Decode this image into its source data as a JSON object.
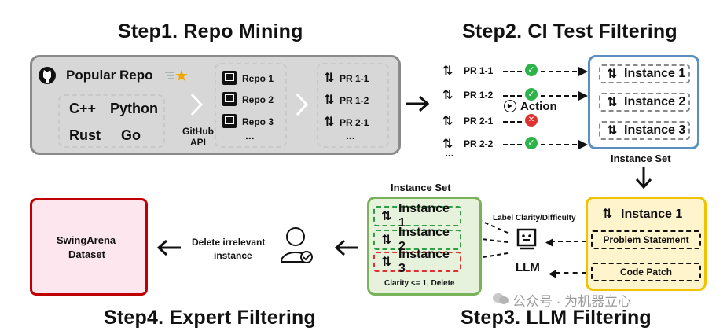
{
  "step1": {
    "title": "Step1. Repo Mining",
    "popular_repo": "Popular Repo",
    "languages": [
      "C++",
      "Python",
      "Rust",
      "Go"
    ],
    "api_label_1": "GitHub",
    "api_label_2": "API",
    "repos": [
      "Repo 1",
      "Repo 2",
      "Repo 3"
    ],
    "repos_more": "...",
    "prs": [
      "PR 1-1",
      "PR 1-2",
      "PR 2-1"
    ],
    "prs_more": "..."
  },
  "step2": {
    "title": "Step2. CI Test Filtering",
    "prs": [
      "PR 1-1",
      "PR 1-2",
      "PR 2-1",
      "PR 2-2"
    ],
    "prs_more": "...",
    "results": [
      "pass",
      "pass",
      "fail",
      "pass"
    ],
    "action_label": "Action",
    "instances": [
      "Instance 1",
      "Instance 2",
      "Instance 3"
    ],
    "instance_set_label": "Instance Set"
  },
  "step3": {
    "title": "Step3. LLM Filtering",
    "instance_set_label": "Instance Set",
    "instances": [
      "Instance 1",
      "Instance 2",
      "Instance 3"
    ],
    "rule": "Clarity <= 1, Delete",
    "llm_task": "Label Clarity/Difficulty",
    "llm_label": "LLM",
    "card_instance": "Instance 1",
    "problem_statement": "Problem Statement",
    "code_patch": "Code Patch"
  },
  "step4": {
    "title": "Step4. Expert Filtering",
    "dataset_line1": "SwingArena",
    "dataset_line2": "Dataset",
    "delete_line1": "Delete irrelevant",
    "delete_line2": "instance"
  },
  "watermark": "公众号 · 为机器立心",
  "colors": {
    "step1_bg": "#d7d7d7",
    "step2_border": "#5b8ec1",
    "step3_card_border": "#f2c200",
    "step3_card_bg": "#fff4cc",
    "step3_set_border": "#78b35a",
    "step3_set_bg": "#e6f2dc",
    "dataset_border": "#c00000",
    "dataset_bg": "#fde6ee",
    "pass": "#2db34a",
    "fail": "#e03131"
  }
}
